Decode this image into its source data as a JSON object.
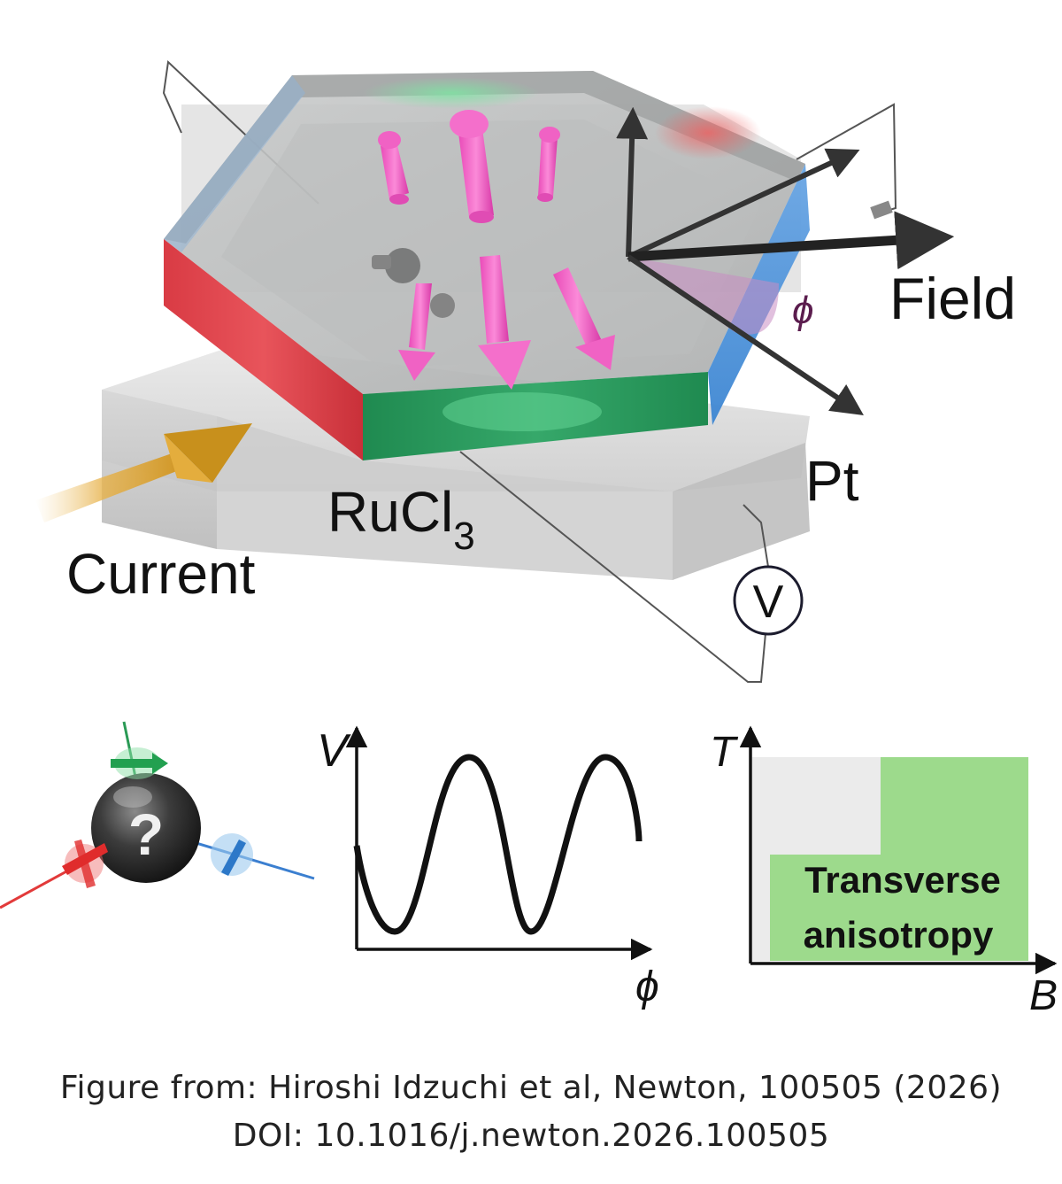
{
  "labels": {
    "field": "Field",
    "phi": "ϕ",
    "pt": "Pt",
    "rucl_base": "RuCl",
    "rucl_sub": "3",
    "current": "Current",
    "voltmeter": "V",
    "question": "?"
  },
  "plot_v_phi": {
    "y_axis": "V",
    "x_axis": "ϕ"
  },
  "phase_diagram": {
    "y_axis": "T",
    "x_axis": "B",
    "region_line1": "Transverse",
    "region_line2": "anisotropy"
  },
  "caption": {
    "line1": "Figure from: Hiroshi Idzuchi et al, Newton, 100505 (2026)",
    "line2": "DOI:  10.1016/j.newton.2026.100505"
  },
  "colors": {
    "red_edge": "#e2404a",
    "green_edge": "#27935a",
    "blue_edge": "#4a8fd6",
    "magenta_arrow": "#f056c2",
    "current_arrow": "#d49a1e",
    "phase_green": "#9dda8c"
  }
}
